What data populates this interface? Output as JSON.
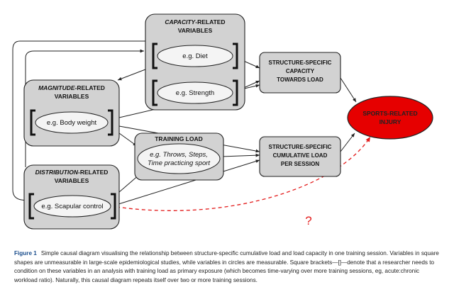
{
  "diagram": {
    "capacity": {
      "title_italic": "CAPACITY",
      "title_rest": "-RELATED",
      "title_line2": "VARIABLES",
      "items": [
        "e.g. Diet",
        "e.g. Strength"
      ]
    },
    "magnitude": {
      "title_italic": "MAGNITUDE",
      "title_rest": "-RELATED",
      "title_line2": "VARIABLES",
      "item": "e.g. Body weight"
    },
    "distribution": {
      "title_italic": "DISTRIBUTION",
      "title_rest": "-RELATED",
      "title_line2": "VARIABLES",
      "item": "e.g. Scapular control"
    },
    "training_load": {
      "title": "TRAINING LOAD",
      "item_line1": "e.g. Throws, Steps,",
      "item_line2": "Time practicing sport"
    },
    "capacity_outcome": [
      "STRUCTURE-SPECIFIC",
      "CAPACITY",
      "TOWARDS LOAD"
    ],
    "load_outcome": [
      "STRUCTURE-SPECIFIC",
      "CUMULATIVE LOAD",
      "PER SESSION"
    ],
    "injury": [
      "SPORTS-RELATED",
      "INJURY"
    ],
    "unknown_marker": "?",
    "colors": {
      "box_fill": "#d2d2d2",
      "injury_fill": "#e60000",
      "dashed_arrow": "#e31b1b",
      "figure_label": "#1a4d8c"
    }
  },
  "caption": {
    "label": "Figure 1",
    "text": "Simple causal diagram visualising the relationship between structure-specific cumulative load and load capacity in one training session. Variables in square shapes are unmeasurable in large-scale epidemiological studies, while variables in circles are measurable. Square brackets—[]—denote that a researcher needs to condition on these variables in an analysis with training load as primary exposure (which becomes time-varying over more training sessions, eg, acute:chronic workload ratio). Naturally, this causal diagram repeats itself over two or more training sessions."
  }
}
